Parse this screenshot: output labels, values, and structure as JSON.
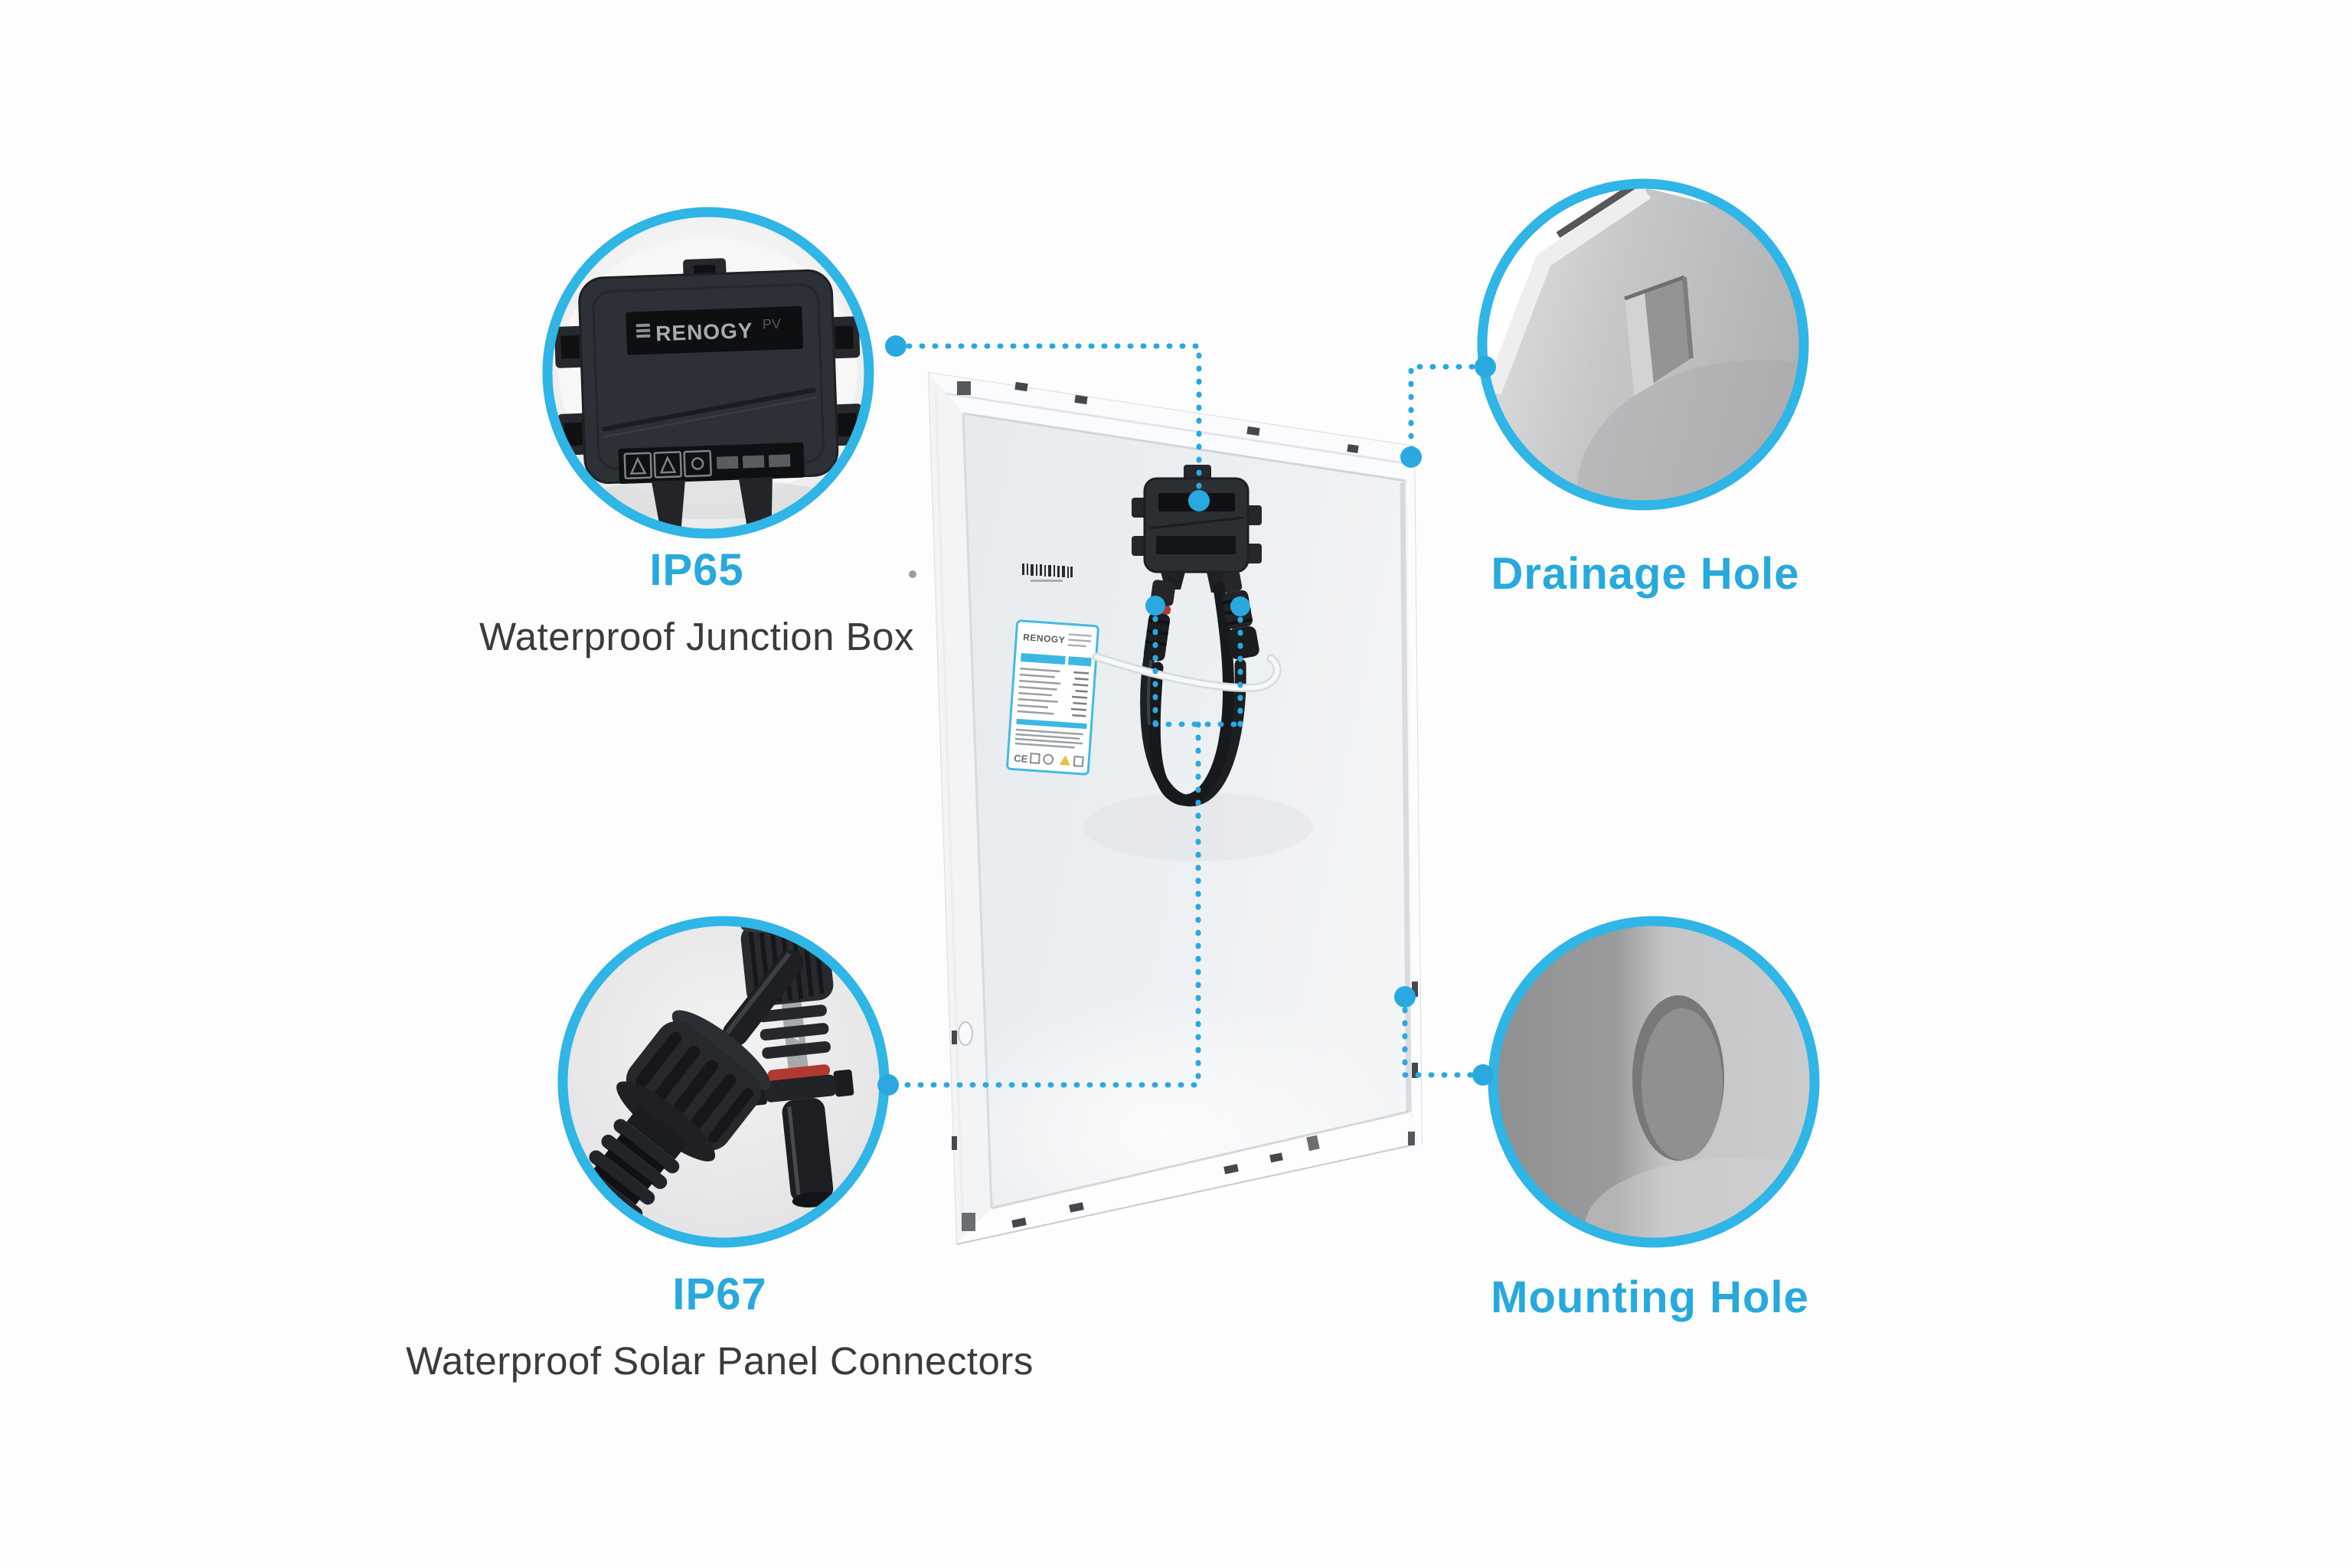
{
  "colors": {
    "accent_cyan": "#27a9de",
    "circle_border": "#2fb5e6",
    "dotted_line": "#2aa9e0",
    "body_text": "#3b3b3d",
    "background": "#fdfdfd",
    "panel_frame_white": "#f5f6f8",
    "panel_backsheet": "#e9ecf0",
    "junction_box_black": "#2d3036",
    "frame_gray": "#c6c7c9",
    "hole_gray": "#8b8c8e",
    "oring_red": "#b2392f",
    "warning_yellow": "#e8c13a"
  },
  "callouts": [
    {
      "id": "junction-box",
      "title": "IP65",
      "subtitle": "Waterproof Junction Box",
      "photo": "junction-box-photo",
      "position": "top-left"
    },
    {
      "id": "drainage-hole",
      "title": "Drainage Hole",
      "subtitle": "",
      "photo": "frame-drainage-hole-photo",
      "position": "top-right"
    },
    {
      "id": "connectors",
      "title": "IP67",
      "subtitle": "Waterproof Solar Panel Connectors",
      "photo": "mc4-connectors-photo",
      "position": "bottom-left"
    },
    {
      "id": "mounting-hole",
      "title": "Mounting Hole",
      "subtitle": "",
      "photo": "frame-mounting-hole-photo",
      "position": "bottom-right"
    }
  ],
  "panel": {
    "description": "rear view of framed solar panel",
    "junction_box_brand": "RENOGY",
    "junction_box_marking": "PV",
    "spec_label_brand": "RENOGY",
    "spec_label_ce": "CE",
    "features": [
      "barcode",
      "spec-label",
      "junction-box",
      "pv-cables",
      "mc4-connector-pair",
      "frame-clips",
      "mounting-hole"
    ]
  }
}
